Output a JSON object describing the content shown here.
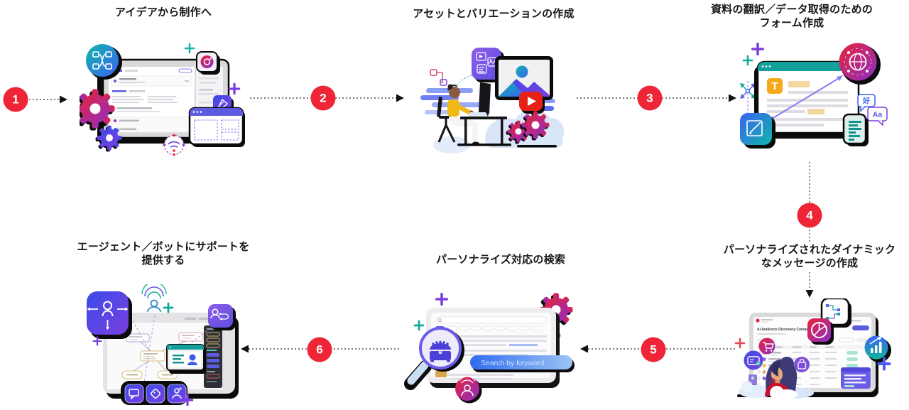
{
  "page": {
    "background": "#FFFFFF"
  },
  "flow": {
    "badge_color": "#EE2536",
    "badge_text_color": "#FFFFFF",
    "arrow_color": "#2B2B2B",
    "direction_top_row": "left-to-right",
    "direction_bottom_row": "right-to-left"
  },
  "steps": [
    {
      "number": "1",
      "label": "アイデアから制作へ",
      "illustration": "idea-to-production"
    },
    {
      "number": "2",
      "label": "アセットとバリエーションの作成",
      "illustration": "assets-and-variations"
    },
    {
      "number": "3",
      "label": "資料の翻訳／データ取得のための\nフォーム作成",
      "illustration": "translation-forms"
    },
    {
      "number": "4",
      "label": "パーソナライズされたダイナミック\nなメッセージの作成",
      "illustration": "personalized-messages"
    },
    {
      "number": "5",
      "label": "パーソナライズ対応の検索",
      "illustration": "personalized-search"
    },
    {
      "number": "6",
      "label": "エージェント／ボットにサポートを\n提供する",
      "illustration": "agent-bot-support"
    }
  ],
  "illustrations": {
    "forms": {
      "text_tool": "T",
      "bubble_cjk": "好",
      "bubble_latin": "Aa"
    },
    "search": {
      "search_pill_text": "Search by keyword"
    },
    "messages": {
      "window_title": "AI Audience Discovery Contacts"
    }
  },
  "palette": {
    "red_purple_gradient": [
      "#E82339",
      "#8E2EC4"
    ],
    "teal_blue_gradient": [
      "#0FB5A8",
      "#3B63F3"
    ],
    "blue_purple_gradient": [
      "#3B4BE8",
      "#7B3FE0"
    ],
    "search_pill_gradient": [
      "#2E6BF0",
      "#9CC4F6"
    ],
    "youtube_red": "#E62117",
    "teal_header": "#14A09A",
    "sticker_black": "#0B0B0B"
  }
}
